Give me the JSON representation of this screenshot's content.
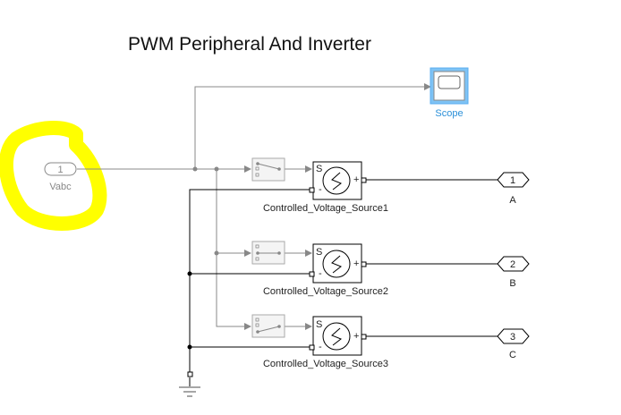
{
  "title": "PWM Peripheral And Inverter",
  "inport": {
    "number": "1",
    "label": "Vabc"
  },
  "scope": {
    "label": "Scope"
  },
  "switches": [
    {
      "name": "switch-a",
      "state": "top"
    },
    {
      "name": "switch-b",
      "state": "middle"
    },
    {
      "name": "switch-c",
      "state": "bottom"
    }
  ],
  "sources": [
    {
      "label": "Controlled_Voltage_Source1",
      "port_s": "S",
      "port_minus": "-",
      "port_plus": "+"
    },
    {
      "label": "Controlled_Voltage_Source2",
      "port_s": "S",
      "port_minus": "-",
      "port_plus": "+"
    },
    {
      "label": "Controlled_Voltage_Source3",
      "port_s": "S",
      "port_minus": "-",
      "port_plus": "+"
    }
  ],
  "outports": [
    {
      "number": "1",
      "label": "A"
    },
    {
      "number": "2",
      "label": "B"
    },
    {
      "number": "3",
      "label": "C"
    }
  ],
  "colors": {
    "highlight": "#ffff00",
    "scope_accent": "#5aaef0",
    "signal_line": "#888888",
    "physical_line": "#000000"
  }
}
